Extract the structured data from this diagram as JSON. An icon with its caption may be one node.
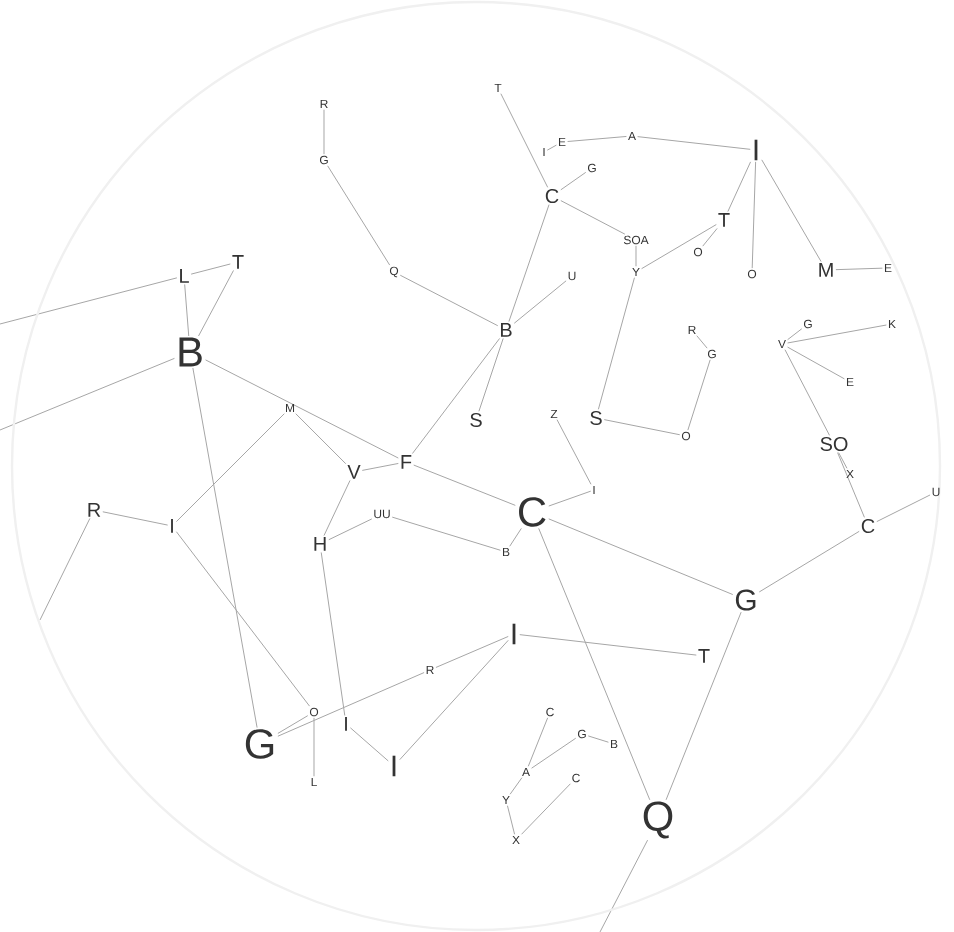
{
  "diagram": {
    "nodes": [
      {
        "text": [
          "R"
        ]
      },
      {
        "text": [
          "G"
        ]
      },
      {
        "text": [
          "L"
        ]
      },
      {
        "text": [
          "T"
        ]
      },
      {
        "text": [
          "B"
        ]
      },
      {
        "text": [
          "Q"
        ]
      },
      {
        "text": [
          "M"
        ]
      },
      {
        "text": [
          "S"
        ]
      },
      {
        "text": [
          "B"
        ]
      },
      {
        "text": [
          "V"
        ]
      },
      {
        "text": [
          "F"
        ]
      },
      {
        "text": [
          "R"
        ]
      },
      {
        "text": [
          "I"
        ]
      },
      {
        "text": [
          "H"
        ]
      },
      {
        "text": [
          "UU"
        ]
      },
      {
        "text": [
          "C"
        ]
      },
      {
        "text": [
          "B"
        ]
      },
      {
        "text": [
          "R"
        ]
      },
      {
        "text": [
          "I"
        ]
      },
      {
        "text": [
          "G"
        ]
      },
      {
        "text": [
          "O"
        ]
      },
      {
        "text": [
          "I"
        ]
      },
      {
        "text": [
          "L"
        ]
      },
      {
        "text": [
          "I"
        ]
      },
      {
        "text": [
          "T"
        ]
      },
      {
        "text": [
          "G"
        ]
      },
      {
        "text": [
          "C"
        ]
      },
      {
        "text": [
          "U"
        ]
      },
      {
        "text": [
          "SO"
        ]
      },
      {
        "text": [
          "X"
        ]
      },
      {
        "text": [
          "Q"
        ]
      },
      {
        "text": [
          "C"
        ]
      },
      {
        "text": [
          "G"
        ]
      },
      {
        "text": [
          "B"
        ]
      },
      {
        "text": [
          "A"
        ]
      },
      {
        "text": [
          "C"
        ]
      },
      {
        "text": [
          "Y"
        ]
      },
      {
        "text": [
          "X"
        ]
      },
      {
        "text": [
          "T"
        ]
      },
      {
        "text": [
          "C"
        ]
      },
      {
        "text": [
          "I"
        ]
      },
      {
        "text": [
          "E"
        ]
      },
      {
        "text": [
          "G"
        ]
      },
      {
        "text": [
          "SOA"
        ]
      },
      {
        "text": [
          "Y"
        ]
      },
      {
        "text": [
          "T"
        ]
      },
      {
        "text": [
          "I"
        ]
      },
      {
        "text": [
          "M"
        ]
      },
      {
        "text": [
          "E"
        ]
      },
      {
        "text": [
          "G"
        ]
      },
      {
        "text": [
          "V"
        ]
      },
      {
        "text": [
          "R"
        ]
      },
      {
        "text": [
          "G"
        ]
      },
      {
        "text": [
          "S"
        ]
      },
      {
        "text": [
          "O"
        ]
      },
      {
        "text": [
          "Z"
        ]
      },
      {
        "text": [
          "I"
        ]
      },
      {
        "text": [
          "K"
        ]
      },
      {
        "text": [
          "E"
        ]
      },
      {
        "text": [
          "A"
        ]
      },
      {
        "text": [
          "O"
        ]
      },
      {
        "text": [
          "U"
        ]
      },
      {
        "text": [
          "O"
        ]
      }
    ],
    "edges": [
      {
        "from": 4,
        "to": 10,
        "arrow": "none"
      },
      {
        "from": 10,
        "to": 15,
        "arrow": "none"
      },
      {
        "from": 15,
        "to": 25,
        "arrow": "none"
      },
      {
        "from": 15,
        "to": 30,
        "arrow": "none"
      },
      {
        "from": 30,
        "to": 25,
        "arrow": "none"
      },
      {
        "from": 18,
        "to": 24,
        "arrow": "none"
      },
      {
        "from": 25,
        "to": 26,
        "arrow": "none"
      },
      {
        "from": 26,
        "to": 27,
        "arrow": "none"
      },
      {
        "from": 19,
        "to": 17,
        "arrow": "none"
      },
      {
        "from": 17,
        "to": 18,
        "arrow": "none"
      },
      {
        "from": 19,
        "to": 20,
        "arrow": "none"
      },
      {
        "from": 19,
        "to": 4,
        "arrow": "none"
      },
      {
        "from": 13,
        "to": 21,
        "arrow": "none"
      },
      {
        "from": 21,
        "to": 23,
        "arrow": "none"
      },
      {
        "from": 23,
        "to": 18,
        "arrow": "none"
      },
      {
        "from": 20,
        "to": 22,
        "arrow": "none"
      },
      {
        "from": 11,
        "to": 12,
        "arrow": "none"
      },
      {
        "from": 12,
        "to": 20,
        "arrow": "none"
      },
      {
        "from": 12,
        "to": 6,
        "arrow": "none"
      },
      {
        "from": 4,
        "to": 2,
        "arrow": "none"
      },
      {
        "from": 4,
        "to": 3,
        "arrow": "none"
      },
      {
        "from": 2,
        "to": 3,
        "arrow": "none"
      },
      {
        "from": 0,
        "to": 1,
        "arrow": "none"
      },
      {
        "from": 1,
        "to": 5,
        "arrow": "none"
      },
      {
        "from": 5,
        "to": 8,
        "arrow": "none"
      },
      {
        "from": 8,
        "to": 7,
        "arrow": "none"
      },
      {
        "from": 8,
        "to": 10,
        "arrow": "none"
      },
      {
        "from": 8,
        "to": 39,
        "arrow": "none"
      },
      {
        "from": 8,
        "to": 61,
        "arrow": "none"
      },
      {
        "from": 39,
        "to": 43,
        "arrow": "none"
      },
      {
        "from": 43,
        "to": 44,
        "arrow": "none"
      },
      {
        "from": 44,
        "to": 53,
        "arrow": "none"
      },
      {
        "from": 53,
        "to": 54,
        "arrow": "none"
      },
      {
        "from": 44,
        "to": 45,
        "arrow": "none"
      },
      {
        "from": 45,
        "to": 46,
        "arrow": "none"
      },
      {
        "from": 46,
        "to": 47,
        "arrow": "none"
      },
      {
        "from": 47,
        "to": 48,
        "arrow": "none"
      },
      {
        "from": 46,
        "to": 62,
        "arrow": "none"
      },
      {
        "from": 45,
        "to": 60,
        "arrow": "none"
      },
      {
        "from": 49,
        "to": 50,
        "arrow": "none"
      },
      {
        "from": 50,
        "to": 28,
        "arrow": "none"
      },
      {
        "from": 50,
        "to": 57,
        "arrow": "none"
      },
      {
        "from": 50,
        "to": 58,
        "arrow": "none"
      },
      {
        "from": 28,
        "to": 26,
        "arrow": "none"
      },
      {
        "from": 39,
        "to": 38,
        "arrow": "none"
      },
      {
        "from": 40,
        "to": 41,
        "arrow": "none"
      },
      {
        "from": 41,
        "to": 59,
        "arrow": "none"
      },
      {
        "from": 59,
        "to": 46,
        "arrow": "none"
      },
      {
        "from": 39,
        "to": 42,
        "arrow": "none"
      },
      {
        "from": 51,
        "to": 52,
        "arrow": "none"
      },
      {
        "from": 52,
        "to": 54,
        "arrow": "none"
      },
      {
        "from": 9,
        "to": 10,
        "arrow": "none"
      },
      {
        "from": 9,
        "to": 13,
        "arrow": "none"
      },
      {
        "from": 13,
        "to": 14,
        "arrow": "none"
      },
      {
        "from": 14,
        "to": 16,
        "arrow": "none"
      },
      {
        "from": 16,
        "to": 15,
        "arrow": "none"
      },
      {
        "from": 6,
        "to": 9,
        "arrow": "none"
      },
      {
        "from": 15,
        "to": 56,
        "arrow": "none"
      },
      {
        "from": 55,
        "to": 56,
        "arrow": "none"
      },
      {
        "from": 31,
        "to": 34,
        "arrow": "none"
      },
      {
        "from": 34,
        "to": 36,
        "arrow": "none"
      },
      {
        "from": 36,
        "to": 37,
        "arrow": "none"
      },
      {
        "from": 34,
        "to": 32,
        "arrow": "none"
      },
      {
        "from": 32,
        "to": 33,
        "arrow": "none"
      },
      {
        "from": 35,
        "to": 37,
        "arrow": "none"
      },
      {
        "from": 29,
        "to": 28,
        "arrow": "none"
      },
      {
        "from": null,
        "to": 2,
        "arrow": "none"
      },
      {
        "from": null,
        "to": 4,
        "arrow": "none"
      },
      {
        "from": null,
        "to": 11,
        "arrow": "none"
      },
      {
        "from": null,
        "to": 30,
        "arrow": "none"
      }
    ]
  }
}
